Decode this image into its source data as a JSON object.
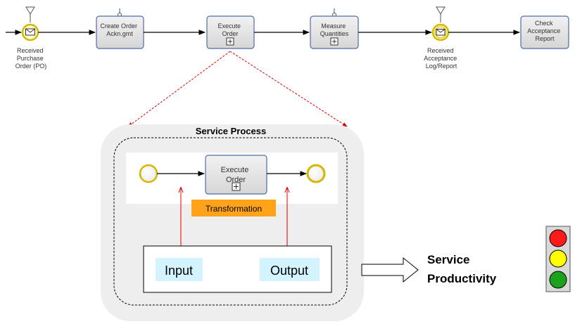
{
  "top_flow": {
    "start_event_label": [
      "Received",
      "Purchase",
      "Order (PO)"
    ],
    "task_create_order": [
      "Create Order",
      "Ackn.gmt"
    ],
    "task_execute_order": [
      "Execute",
      "Order"
    ],
    "task_measure": [
      "Measure",
      "Quantities"
    ],
    "intermediate_event_label": [
      "Received",
      "Acceptance",
      "Log/Report"
    ],
    "task_check": [
      "Check",
      "Acceptance",
      "Report"
    ]
  },
  "service_process": {
    "title": "Service Process",
    "task": [
      "Execute",
      "Order"
    ],
    "transformation_label": "Transformation",
    "input_label": "Input",
    "output_label": "Output"
  },
  "productivity": {
    "label": [
      "Service",
      "Productivity"
    ]
  },
  "traffic_light": {
    "colors": [
      "#ff1a1a",
      "#ffff00",
      "#1aa31a"
    ]
  },
  "colors": {
    "task_fill": "#e4e4e4",
    "task_border": "#4a6fa5",
    "event_fill": "#fffbd0",
    "event_border": "#d4b800",
    "transformation_fill": "#ffa31a",
    "io_fill": "#d3f3ff",
    "zoom_arrow": "#e00000"
  }
}
